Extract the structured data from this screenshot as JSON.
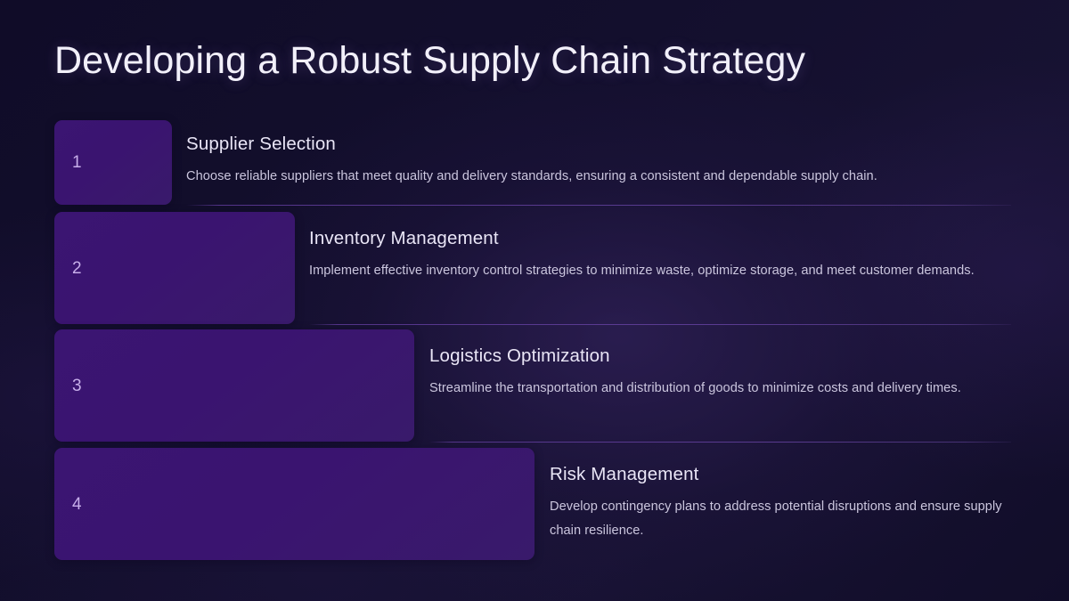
{
  "slide": {
    "title": "Developing a Robust Supply Chain Strategy",
    "background_color": "#0e0b26",
    "accent_color": "#3b1572",
    "number_color": "#c7aeea",
    "heading_color": "#e9e5f6",
    "body_color": "#cbc6de",
    "divider_color": "#603c9c"
  },
  "steps": [
    {
      "number": "1",
      "heading": "Supplier Selection",
      "description": "Choose reliable suppliers that meet quality and delivery standards, ensuring a consistent and dependable supply chain."
    },
    {
      "number": "2",
      "heading": "Inventory Management",
      "description": "Implement effective inventory control strategies to minimize waste, optimize storage, and meet customer demands."
    },
    {
      "number": "3",
      "heading": "Logistics Optimization",
      "description": "Streamline the transportation and distribution of goods to minimize costs and delivery times."
    },
    {
      "number": "4",
      "heading": "Risk Management",
      "description": "Develop contingency plans to address potential disruptions and ensure supply chain resilience."
    }
  ]
}
